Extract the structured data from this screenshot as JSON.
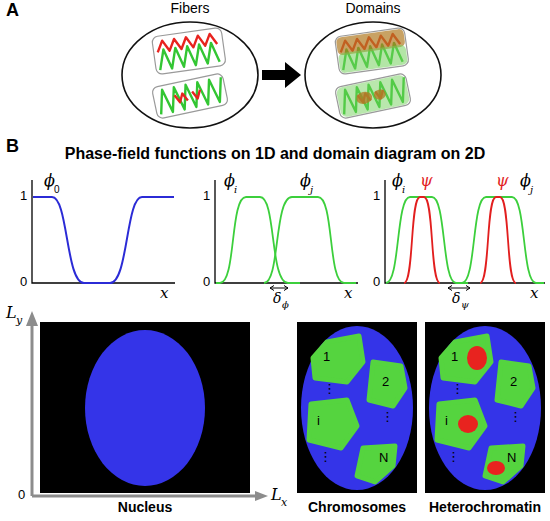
{
  "diagram": {
    "title": "Phase-field functions on 1D and domain diagram on 2D",
    "nodes": [
      {
        "text": [
          "Fibers"
        ]
      },
      {
        "text": [
          "Domains"
        ]
      },
      {
        "text": [
          "Nucleus"
        ]
      },
      {
        "text": [
          "Chromosomes"
        ]
      },
      {
        "text": [
          "1"
        ],
        "in": 3
      },
      {
        "text": [
          "2"
        ],
        "in": 3
      },
      {
        "text": [
          "i"
        ],
        "in": 3
      },
      {
        "text": [
          "N"
        ],
        "in": 3
      },
      {
        "text": [
          "Heterochromatin"
        ]
      },
      {
        "text": [
          "1"
        ],
        "in": 8
      },
      {
        "text": [
          "2"
        ],
        "in": 8
      },
      {
        "text": [
          "i"
        ],
        "in": 8
      },
      {
        "text": [
          "N"
        ],
        "in": 8
      }
    ],
    "edges": [
      {
        "from": 0,
        "to": 1,
        "arrow": "to"
      }
    ],
    "labels": [
      "A",
      "B",
      "ϕ",
      "0",
      "1",
      "0",
      "x",
      "ϕ",
      "i",
      "ϕ",
      "j",
      "1",
      "0",
      "x",
      "δ",
      "ϕ",
      "ϕ",
      "i",
      "ψ",
      "ψ",
      "ϕ",
      "j",
      "1",
      "0",
      "x",
      "δ",
      "ψ",
      "L",
      "y",
      "0",
      "L",
      "x",
      "⋮",
      "⋮",
      "⋮",
      "⋮",
      "⋮",
      "⋮"
    ]
  }
}
